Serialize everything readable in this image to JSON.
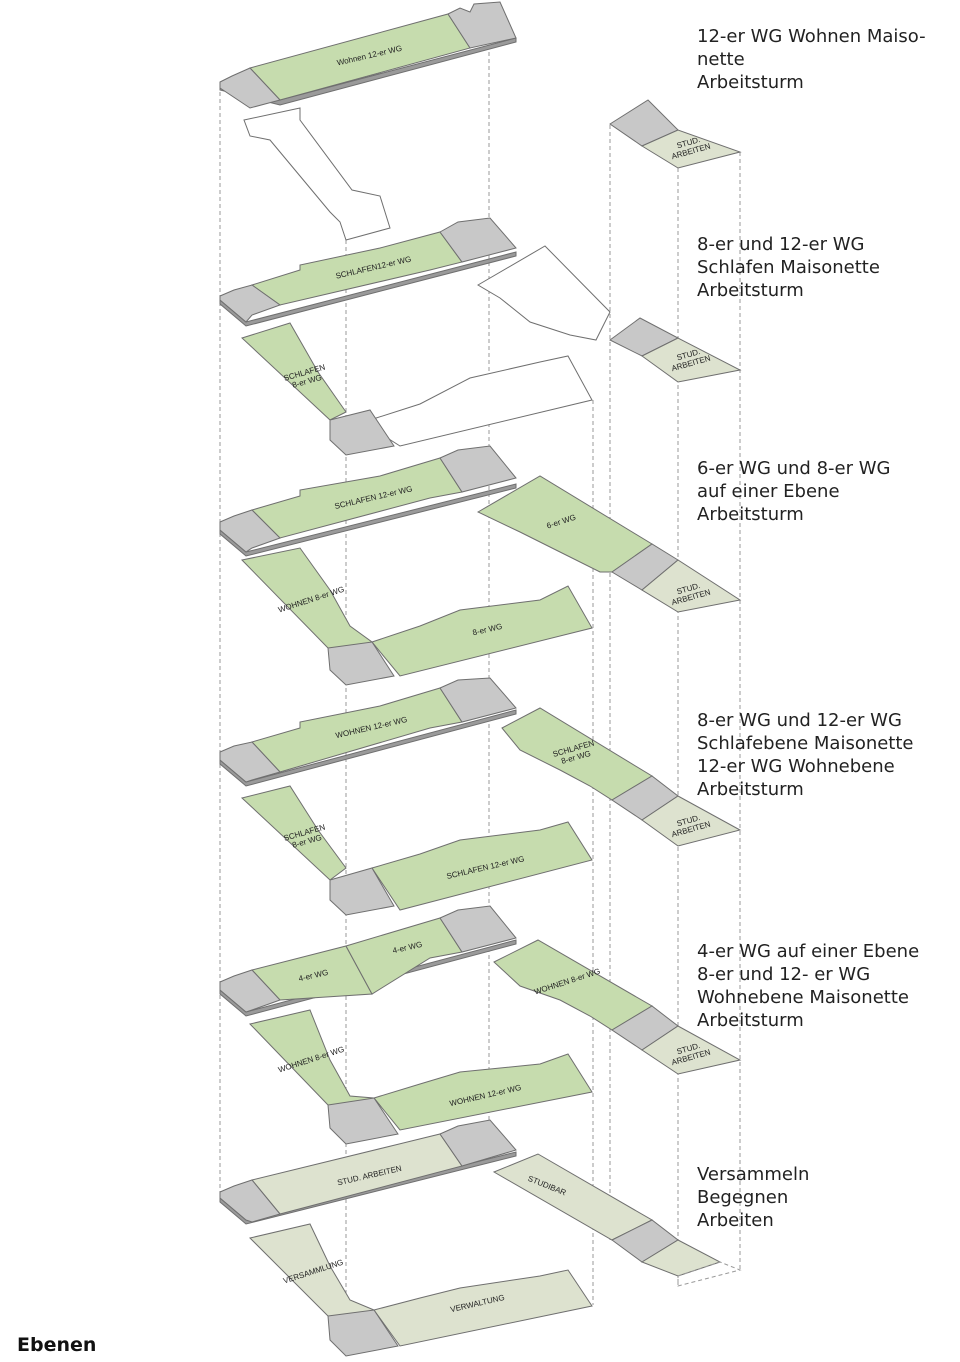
{
  "caption": "Ebenen",
  "levels": [
    {
      "lines": [
        "12-er WG Wohnen Maiso-",
        "nette",
        "Arbeitsturm"
      ]
    },
    {
      "lines": [
        "8-er und 12-er WG",
        "Schlafen Maisonette",
        "Arbeitsturm"
      ]
    },
    {
      "lines": [
        "6-er WG und 8-er WG",
        "auf einer Ebene",
        "Arbeitsturm"
      ]
    },
    {
      "lines": [
        "8-er WG und 12-er WG",
        "Schlafebene Maisonette",
        "12-er WG Wohnebene",
        "Arbeitsturm"
      ]
    },
    {
      "lines": [
        "4-er WG auf einer Ebene",
        "8-er und 12- er WG",
        "Wohnebene Maisonette",
        "Arbeitsturm"
      ]
    },
    {
      "lines": [
        "Versammeln",
        "Begegnen",
        "Arbeiten"
      ]
    }
  ],
  "zones": {
    "l1_wohnen12": "Wohnen 12-er WG",
    "l1_stud": [
      "STUD.",
      "ARBEITEN"
    ],
    "l2_schlafen12": "SCHLAFEN12-er WG",
    "l2_schlafen8": [
      "SCHLAFEN",
      "8-er WG"
    ],
    "l2_stud": [
      "STUD.",
      "ARBEITEN"
    ],
    "l3_schlafen12": "SCHLAFEN 12-er WG",
    "l3_6wg": "6-er WG",
    "l3_wohnen8": "WOHNEN 8-er WG",
    "l3_8wg": "8-er WG",
    "l3_stud": [
      "STUD.",
      "ARBEITEN"
    ],
    "l4_wohnen12": "WOHNEN 12-er WG",
    "l4_schlafen8r": [
      "SCHLAFEN",
      "8-er WG"
    ],
    "l4_schlafen8": [
      "SCHLAFEN",
      "8-er WG"
    ],
    "l4_schlafen12": "SCHLAFEN 12-er WG",
    "l4_stud": [
      "STUD.",
      "ARBEITEN"
    ],
    "l5_4wg_a": "4-er WG",
    "l5_4wg_b": "4-er WG",
    "l5_wohnen8r": "WOHNEN 8-er WG",
    "l5_wohnen8": "WOHNEN 8-er WG",
    "l5_wohnen12": "WOHNEN 12-er WG",
    "l5_stud": [
      "STUD.",
      "ARBEITEN"
    ],
    "l6_stud": "STUD. ARBEITEN",
    "l6_studibar": "STUDIBAR",
    "l6_versammlung": "VERSAMMLUNG",
    "l6_verwaltung": "VERWALTUNG"
  },
  "colors": {
    "residential": "#c6dcae",
    "core": "#c8c8c8",
    "common": "#dde2cf",
    "circulation": "#ffffff"
  }
}
